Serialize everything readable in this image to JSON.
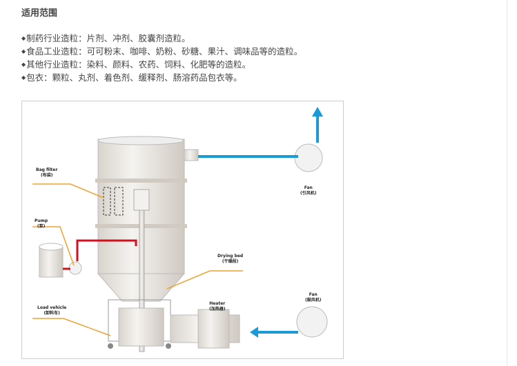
{
  "section": {
    "title": "适用范围"
  },
  "items": [
    "制药行业造粒：片剂、冲剂、胶囊剂造粒。",
    "食品工业造粒：可可粉末、咖啡、奶粉、砂糖、果汁、调味品等的造粒。",
    "其他行业造粒：染料、颜料、农药、饲料、化肥等的造粒。",
    "包衣：颗粒、丸剂、着色剂、缓释剂、肠溶药品包衣等。"
  ],
  "diagram": {
    "labels": {
      "bag_filter": {
        "en": "Bag filter",
        "cn": "(布袋)"
      },
      "pump": {
        "en": "Pump",
        "cn": "(泵)"
      },
      "load_vehicle": {
        "en": "Load vehicle",
        "cn": "(卸料车)"
      },
      "drying_bed": {
        "en": "Drying bed",
        "cn": "(干燥段)"
      },
      "heater": {
        "en": "Heater",
        "cn": "(加热器)"
      },
      "fan_exhaust": {
        "en": "Fan",
        "cn": "(引风机)"
      },
      "fan_blower": {
        "en": "Fan",
        "cn": "(鼓风机)"
      }
    },
    "colors": {
      "air": "#1a9ad6",
      "liquid": "#d0101e",
      "leader": "#f0a030",
      "body": "#e8e4df"
    }
  }
}
